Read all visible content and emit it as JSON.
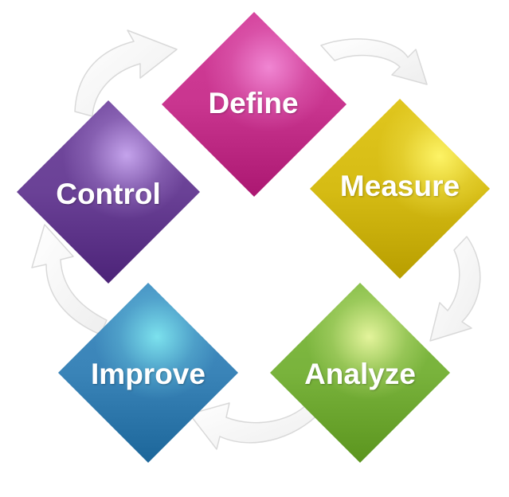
{
  "steps": [
    {
      "label": "Define",
      "color": "#c9358f",
      "highlight": "#f28ad6"
    },
    {
      "label": "Measure",
      "color": "#d6bc14",
      "highlight": "#fff66a"
    },
    {
      "label": "Analyze",
      "color": "#79b33c",
      "highlight": "#e9f7a0"
    },
    {
      "label": "Improve",
      "color": "#3a84b8",
      "highlight": "#7fe6f0"
    },
    {
      "label": "Control",
      "color": "#6a4196",
      "highlight": "#c9a8f0"
    }
  ],
  "arrow_color": "#eeeeee",
  "arrow_icon": "curved-cycle-arrow-icon"
}
